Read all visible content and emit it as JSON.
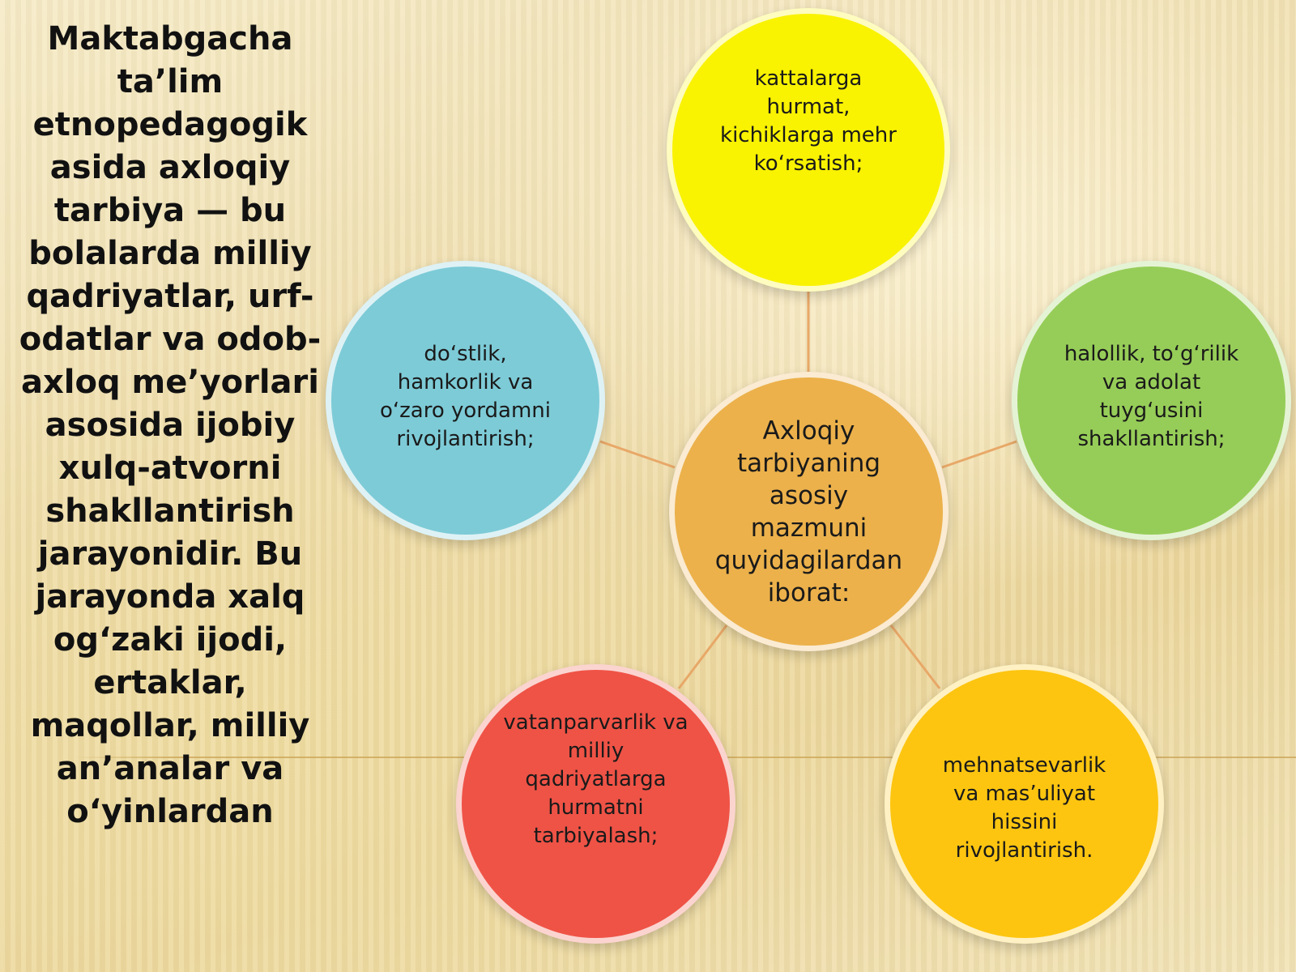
{
  "side_text": "Maktabgacha ta’lim etnopedagogik asida axloqiy tarbiya — bu bolalarda milliy qadriyatlar, urf-odatlar va odob-axloq me’yorlari asosida ijobiy xulq-atvorni shakllantirish jarayonidir. Bu jarayonda xalq og‘zaki ijodi, ertaklar, maqollar, milliy an’analar va o‘yinlardan",
  "diagram": {
    "center": "Axloqiy tarbiyaning asosiy mazmuni quyidagilardan iborat:",
    "nodes": {
      "top": "kattalarga hurmat, kichiklarga mehr ko‘rsatish;",
      "left": "do‘stlik, hamkorlik va o‘zaro yordamni rivojlantirish;",
      "right": "halollik, to‘g‘rilik va adolat tuyg‘usini shakllantirish;",
      "bottom_left": "vatanparvarlik va milliy qadriyatlarga hurmatni tarbiyalash;",
      "bottom_right": "mehnatsevarlik va mas’uliyat hissini rivojlantirish."
    },
    "colors": {
      "top": "#f9f200",
      "left": "#7dcbd7",
      "right": "#96cd58",
      "center": "#ecb14b",
      "bottom_left": "#ef5346",
      "bottom_right": "#fdc510",
      "connector": "#e8a868"
    }
  }
}
